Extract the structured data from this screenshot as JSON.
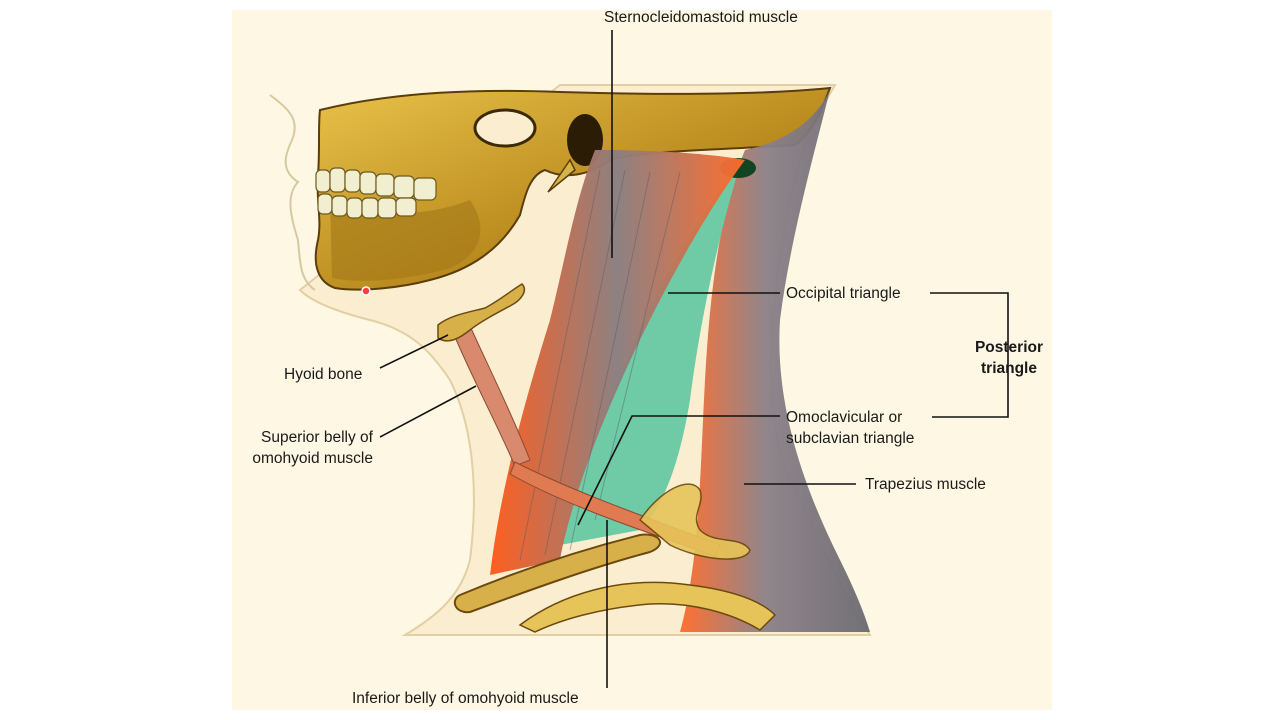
{
  "labels": {
    "sternocleidomastoid": "Sternocleidomastoid muscle",
    "occipital": "Occipital triangle",
    "posterior_line1": "Posterior",
    "posterior_line2": "triangle",
    "hyoid": "Hyoid bone",
    "superior_line1": "Superior belly of",
    "superior_line2": "omohyoid muscle",
    "omoclavicular_line1": "Omoclavicular or",
    "omoclavicular_line2": "subclavian triangle",
    "trapezius": "Trapezius muscle",
    "inferior": "Inferior belly of omohyoid muscle"
  },
  "colors": {
    "background": "#ffffff",
    "panel": "#fdf7e3",
    "bone": "#c9a028",
    "bone_dark": "#6b4a10",
    "muscle": "#f0632a",
    "muscle_grey": "#7a7a80",
    "triangle": "#6fcaa6",
    "leader_line": "#111111"
  }
}
